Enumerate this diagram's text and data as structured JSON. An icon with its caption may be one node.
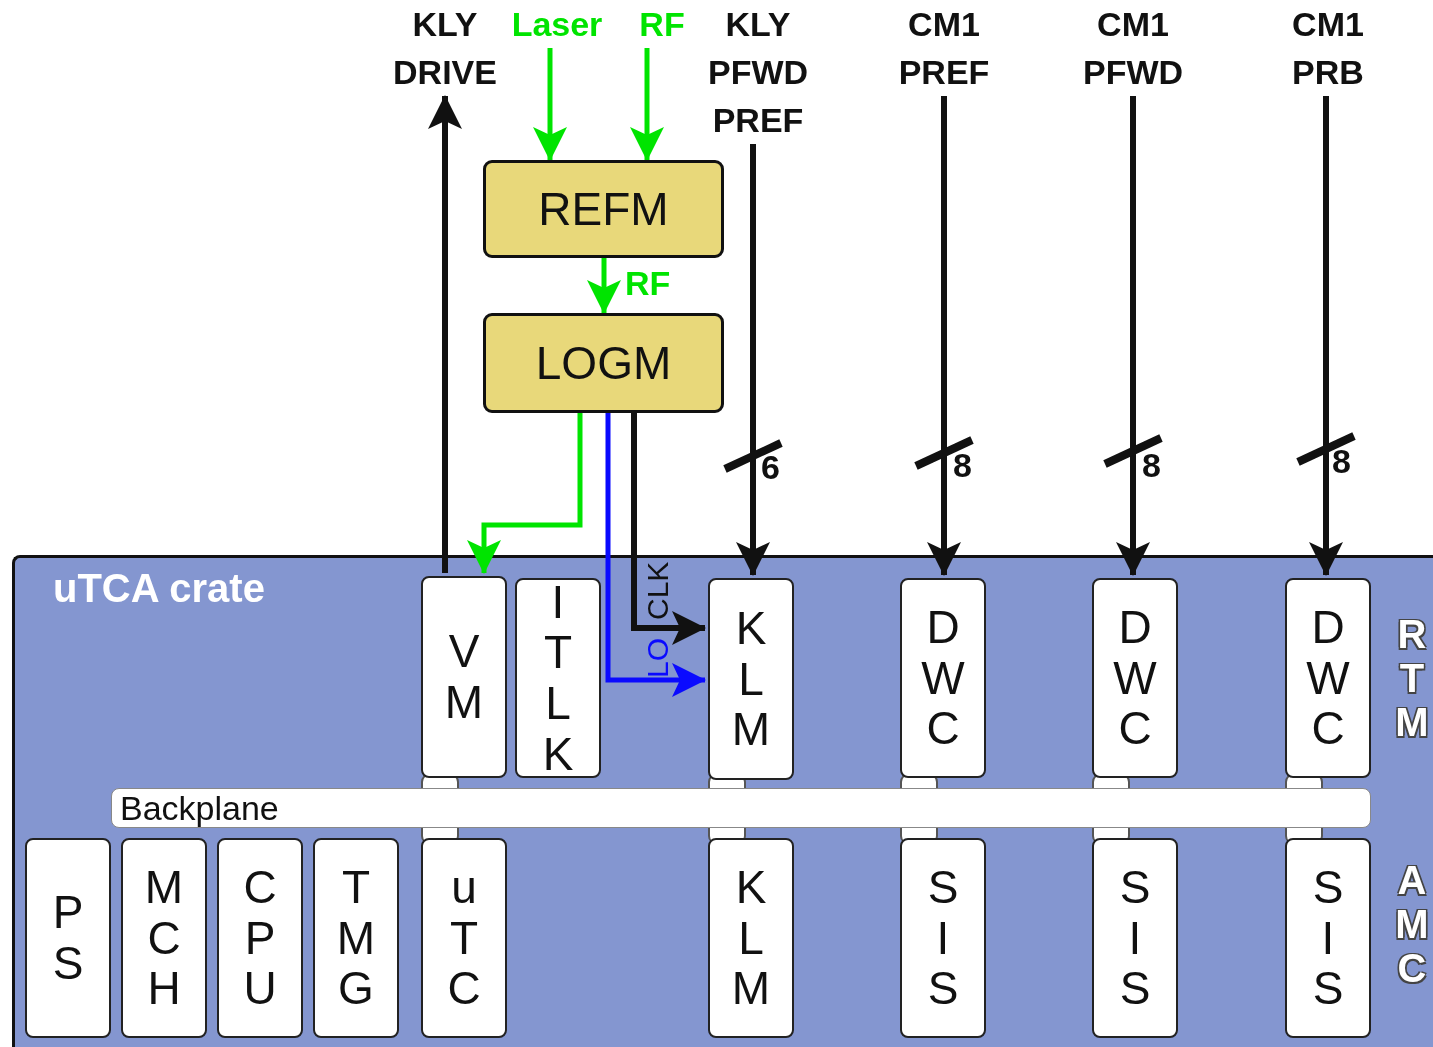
{
  "diagram": {
    "nodes": [
      {
        "text": [
          "uTCA crate"
        ]
      },
      {
        "text": [
          "KLY DRIVE"
        ]
      },
      {
        "text": [
          "Laser"
        ]
      },
      {
        "text": [
          "RF"
        ]
      },
      {
        "text": [
          "KLY PFWD PREF"
        ]
      },
      {
        "text": [
          "CM1 PREF"
        ]
      },
      {
        "text": [
          "CM1 PFWD"
        ]
      },
      {
        "text": [
          "CM1 PRB"
        ]
      },
      {
        "text": [
          "REFM"
        ]
      },
      {
        "text": [
          "LOGM"
        ]
      },
      {
        "text": [
          "VM"
        ],
        "in": 0
      },
      {
        "text": [
          "ITLK"
        ],
        "in": 0
      },
      {
        "text": [
          "KLM"
        ],
        "in": 0
      },
      {
        "text": [
          "DWC"
        ],
        "in": 0
      },
      {
        "text": [
          "DWC"
        ],
        "in": 0
      },
      {
        "text": [
          "DWC"
        ],
        "in": 0
      },
      {
        "text": [
          "Backplane"
        ],
        "in": 0
      },
      {
        "text": [
          "PS"
        ],
        "in": 0
      },
      {
        "text": [
          "MCH"
        ],
        "in": 0
      },
      {
        "text": [
          "CPU"
        ],
        "in": 0
      },
      {
        "text": [
          "TMG"
        ],
        "in": 0
      },
      {
        "text": [
          "uTC"
        ],
        "in": 0
      },
      {
        "text": [
          "KLM"
        ],
        "in": 0
      },
      {
        "text": [
          "SIS"
        ],
        "in": 0
      },
      {
        "text": [
          "SIS"
        ],
        "in": 0
      },
      {
        "text": [
          "SIS"
        ],
        "in": 0
      }
    ],
    "edges": [
      {
        "from": 10,
        "to": 1,
        "arrow": "to"
      },
      {
        "from": 2,
        "to": 8,
        "arrow": "to",
        "color": "#00e400"
      },
      {
        "from": 3,
        "to": 8,
        "arrow": "to",
        "color": "#00e400"
      },
      {
        "from": 8,
        "to": 9,
        "arrow": "to",
        "label": "RF",
        "color": "#00e400"
      },
      {
        "from": 9,
        "to": 10,
        "arrow": "to",
        "color": "#00e400"
      },
      {
        "from": 9,
        "to": 12,
        "arrow": "to",
        "label": "LO",
        "color": "#0a0aff"
      },
      {
        "from": 9,
        "to": 12,
        "arrow": "to",
        "label": "CLK"
      },
      {
        "from": 4,
        "to": 12,
        "arrow": "to",
        "label": "6"
      },
      {
        "from": 5,
        "to": 13,
        "arrow": "to",
        "label": "8"
      },
      {
        "from": 6,
        "to": 14,
        "arrow": "to",
        "label": "8"
      },
      {
        "from": 7,
        "to": 15,
        "arrow": "to",
        "label": "8"
      }
    ],
    "labels": [
      "RTM",
      "AMC"
    ]
  }
}
